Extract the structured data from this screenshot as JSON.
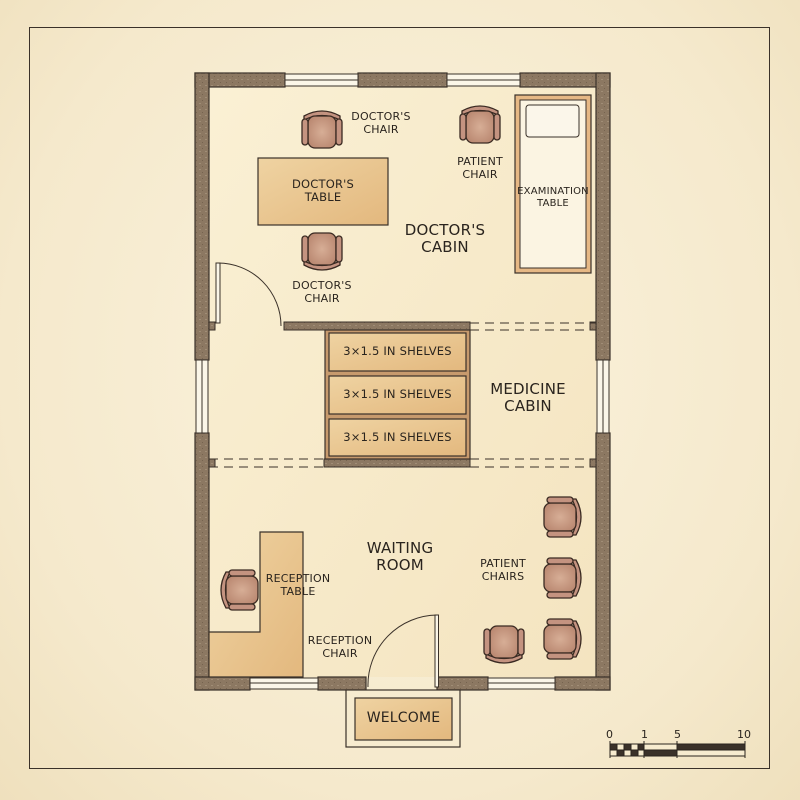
{
  "plan": {
    "rooms": {
      "doctors_cabin": "DOCTOR'S\nCABIN",
      "medicine_cabin": "MEDICINE\nCABIN",
      "waiting_room": "WAITING\nROOM"
    },
    "furniture": {
      "doctors_chair_top": "DOCTOR'S\nCHAIR",
      "doctors_table": "DOCTOR'S\nTABLE",
      "doctors_chair_bottom": "DOCTOR'S\nCHAIR",
      "patient_chair": "PATIENT\nCHAIR",
      "examination_table": "EXAMINATION\nTABLE",
      "shelves": [
        "3×1.5 IN SHELVES",
        "3×1.5 IN SHELVES",
        "3×1.5 IN SHELVES"
      ],
      "reception_table": "RECEPTION\nTABLE",
      "reception_chair": "RECEPTION\nCHAIR",
      "patient_chairs": "PATIENT\nCHAIRS",
      "welcome_mat": "WELCOME"
    },
    "scale_bar": {
      "ticks": [
        "0",
        "1",
        "5",
        "10"
      ]
    },
    "colors": {
      "wall": "#8a7560",
      "wall_edge": "#3a3129",
      "floor": "#f8eccd",
      "wood": "#e9c68f",
      "chair": "#c79a80",
      "chair_edge": "#3a2a22"
    }
  }
}
